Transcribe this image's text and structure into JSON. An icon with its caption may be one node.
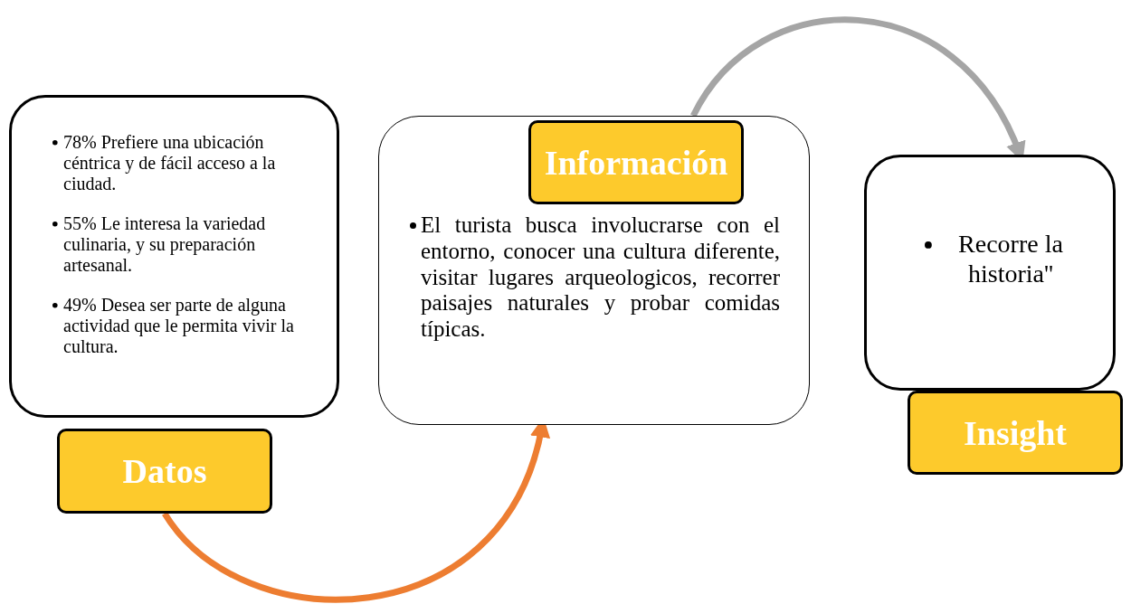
{
  "diagram": {
    "nodes": [
      {
        "text": [
          "78%  Prefiere una ubicación céntrica y de fácil acceso a la ciudad.",
          "55%  Le interesa la variedad culinaria, y su preparación artesanal.",
          "49%  Desea ser parte de alguna actividad que le permita vivir la cultura."
        ]
      },
      {
        "text": [
          "Datos"
        ]
      },
      {
        "text": [
          "El turista busca involucrarse con el entorno, conocer una cultura diferente, visitar lugares arqueologicos, recorrer  paisajes naturales y probar comidas típicas."
        ]
      },
      {
        "text": [
          "Información"
        ],
        "in": 2
      },
      {
        "text": [
          "Recorre la historia''"
        ]
      },
      {
        "text": [
          "Insight"
        ]
      }
    ],
    "edges": [
      {
        "from": 1,
        "to": 2,
        "arrow": "to",
        "color": "#ed7d31"
      },
      {
        "from": 2,
        "to": 4,
        "arrow": "to",
        "color": "#a5a5a5"
      }
    ]
  }
}
